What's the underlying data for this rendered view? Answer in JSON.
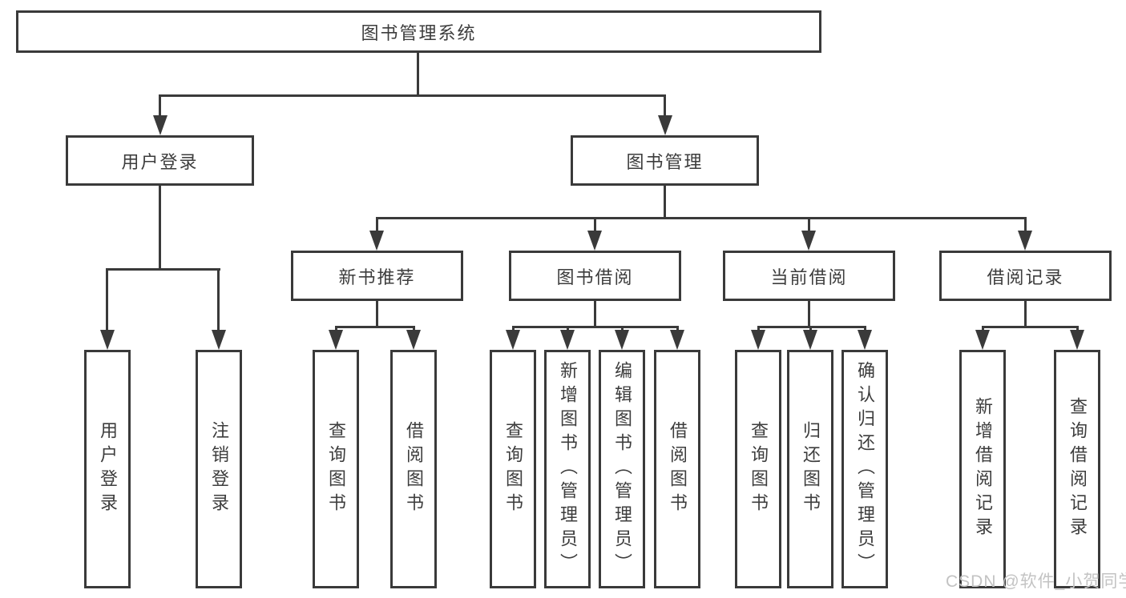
{
  "diagram_type": "hierarchy-flowchart",
  "root": {
    "label": "图书管理系统"
  },
  "branches": [
    {
      "label": "用户登录",
      "children": [
        {
          "label": "用户登录"
        },
        {
          "label": "注销登录"
        }
      ]
    },
    {
      "label": "图书管理",
      "children": [
        {
          "label": "新书推荐",
          "children": [
            {
              "label": "查询图书"
            },
            {
              "label": "借阅图书"
            }
          ]
        },
        {
          "label": "图书借阅",
          "children": [
            {
              "label": "查询图书"
            },
            {
              "label": "新增图书（管理员）"
            },
            {
              "label": "编辑图书（管理员）"
            },
            {
              "label": "借阅图书"
            }
          ]
        },
        {
          "label": "当前借阅",
          "children": [
            {
              "label": "查询图书"
            },
            {
              "label": "归还图书"
            },
            {
              "label": "确认归还（管理员）"
            }
          ]
        },
        {
          "label": "借阅记录",
          "children": [
            {
              "label": "新增借阅记录"
            },
            {
              "label": "查询借阅记录"
            }
          ]
        }
      ]
    }
  ],
  "watermark": {
    "text": "CSDN @软件_小贺同学"
  },
  "colors": {
    "line": "#3a3a3a",
    "text": "#3d3d3d",
    "watermark": "#c3c3c3",
    "bg": "#ffffff"
  }
}
